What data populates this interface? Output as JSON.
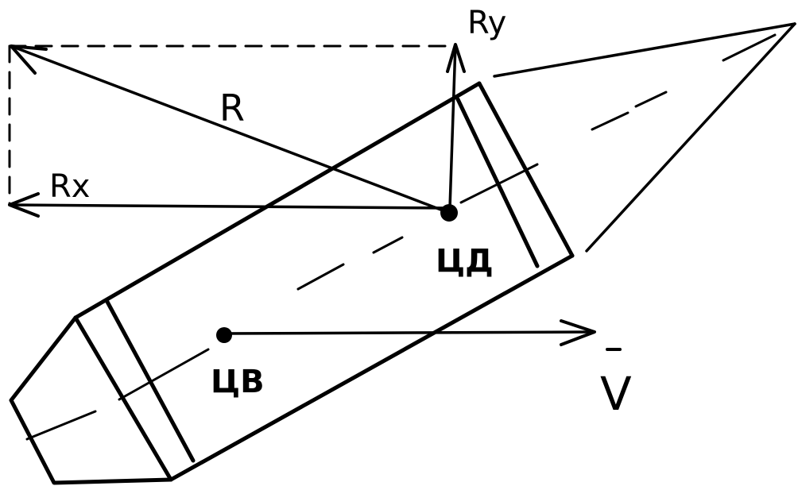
{
  "labels": {
    "resultant_force": "R",
    "horizontal_component": "Rx",
    "vertical_component": "Ry",
    "center_of_pressure": "ЦД",
    "center_of_mass": "ЦВ",
    "velocity": "V"
  }
}
